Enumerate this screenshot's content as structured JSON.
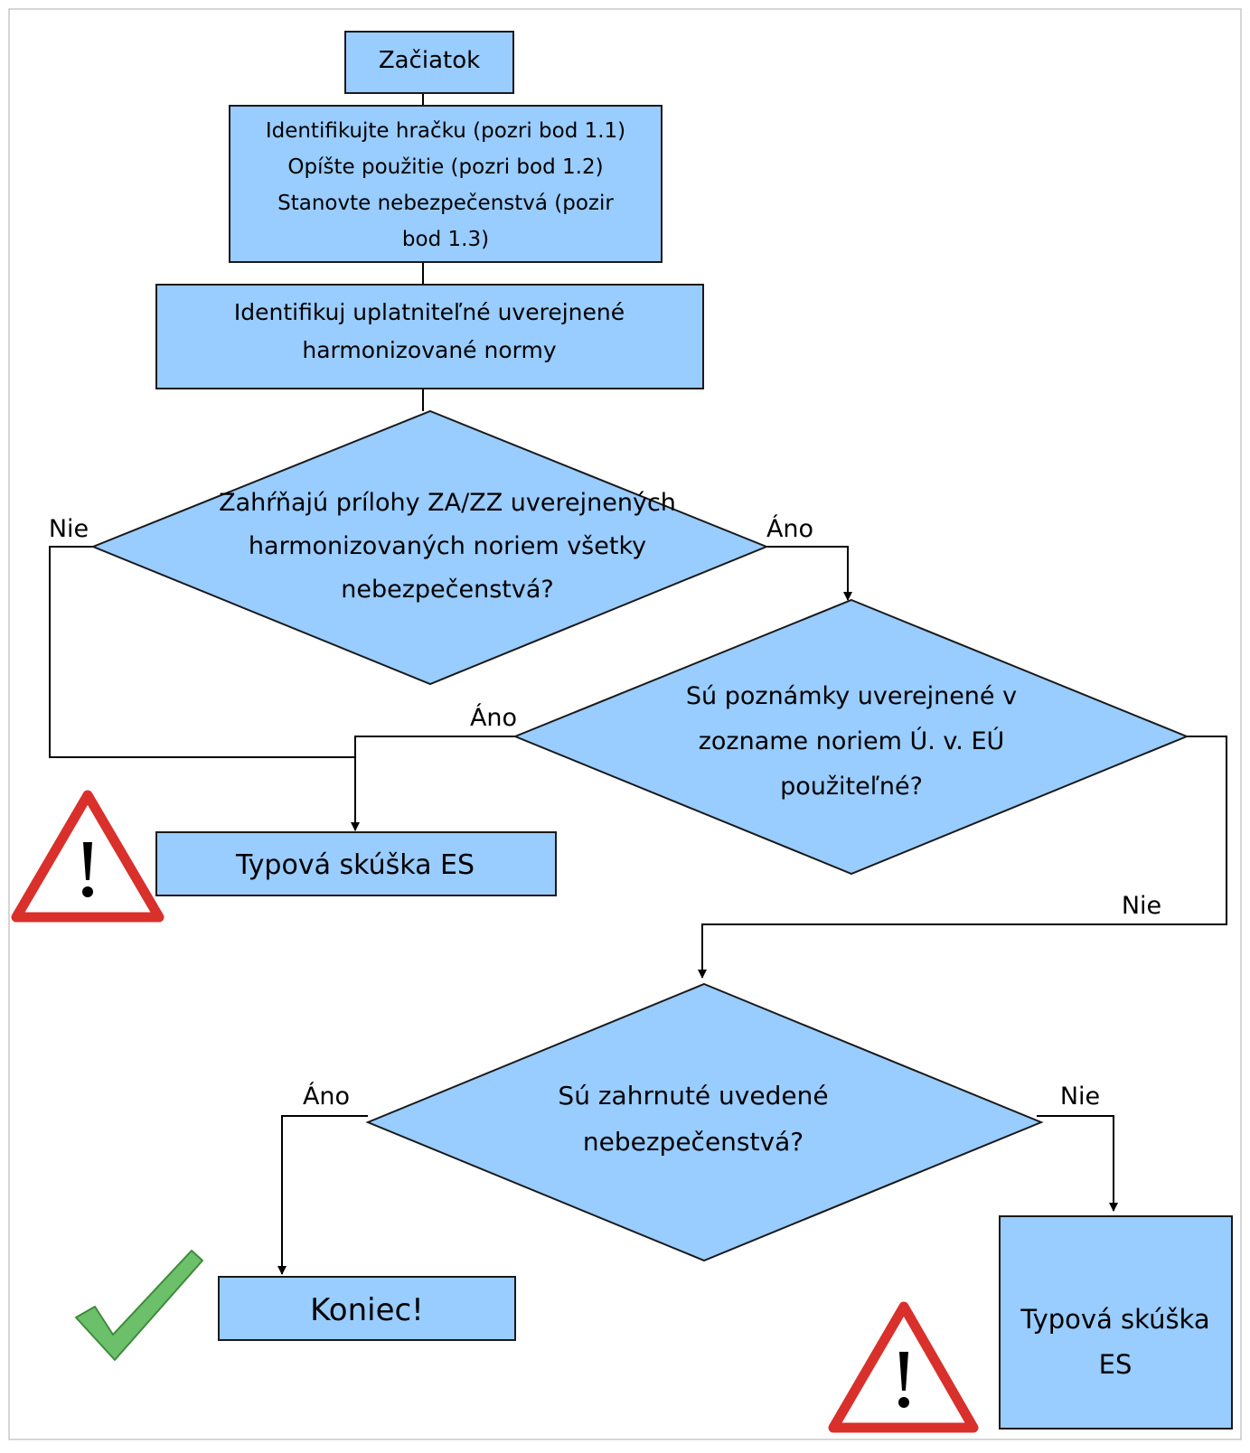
{
  "colors": {
    "shape_fill": "#99ccff",
    "shape_stroke": "#1a1a1a",
    "warning_red": "#d9302c",
    "check_green": "#6cc06a"
  },
  "nodes": {
    "start": {
      "text": "Začiatok"
    },
    "identify": {
      "lines": [
        "Identifikujte hračku (pozri bod 1.1)",
        "Opíšte použitie (pozri bod 1.2)",
        "Stanovte nebezpečenstvá (pozir",
        "bod 1.3)"
      ]
    },
    "standards": {
      "lines": [
        "Identifikuj uplatniteľné uverejnené",
        "harmonizované normy"
      ]
    },
    "decision1": {
      "lines": [
        "Zahŕňajú prílohy ZA/ZZ uverejnených",
        "harmonizovaných noriem všetky",
        "nebezpečenstvá?"
      ]
    },
    "decision2": {
      "lines": [
        "Sú poznámky uverejnené v",
        "zozname noriem Ú. v. EÚ",
        "použiteľné?"
      ]
    },
    "type_exam_1": {
      "text": "Typová skúška ES"
    },
    "decision3": {
      "lines": [
        "Sú zahrnuté uvedené",
        "nebezpečenstvá?"
      ]
    },
    "end": {
      "text": "Koniec!"
    },
    "type_exam_2": {
      "lines": [
        "Typová skúška",
        "ES"
      ]
    }
  },
  "edge_labels": {
    "d1_no": "Nie",
    "d1_yes": "Áno",
    "d2_yes": "Áno",
    "d2_no": "Nie",
    "d3_yes": "Áno",
    "d3_no": "Nie"
  },
  "icons": [
    "warning-icon",
    "warning-icon",
    "checkmark-icon"
  ]
}
